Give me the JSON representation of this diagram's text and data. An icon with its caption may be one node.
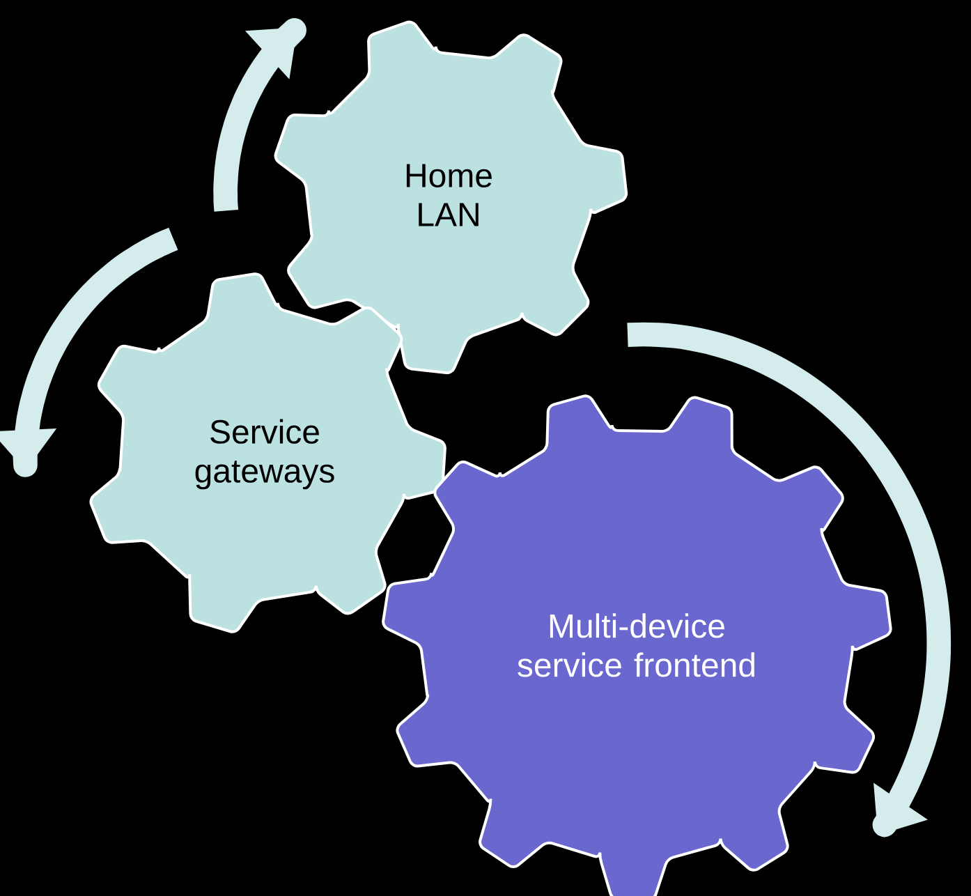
{
  "diagram": {
    "nodes": [
      {
        "text": [
          "Home LAN"
        ]
      },
      {
        "text": [
          "Service gateways"
        ]
      },
      {
        "text": [
          "Multi-device service frontend"
        ]
      }
    ]
  }
}
